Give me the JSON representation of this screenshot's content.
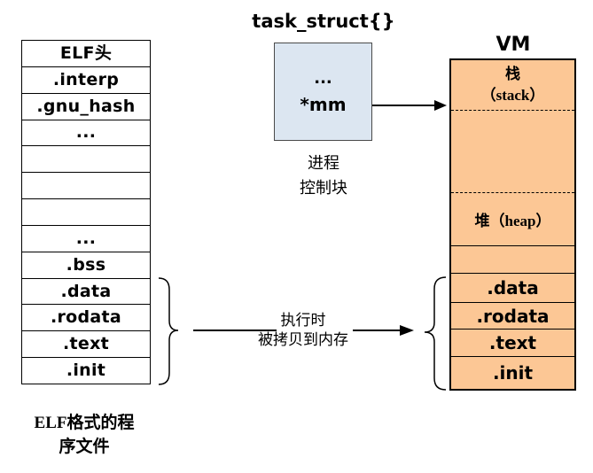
{
  "elf": {
    "rows": [
      "ELF头",
      ".interp",
      ".gnu_hash",
      "...",
      "",
      "",
      "",
      "...",
      ".bss",
      ".data",
      ".rodata",
      ".text",
      ".init"
    ],
    "caption_line1": "ELF格式的程",
    "caption_line2": "序文件"
  },
  "task_struct": {
    "title": "task_struct{}",
    "fields": {
      "dots": "...",
      "mm": "*mm"
    },
    "caption_line1": "进程",
    "caption_line2": "控制块"
  },
  "vm": {
    "title": "VM",
    "stack_label_line1": "栈",
    "stack_label_line2": "（stack）",
    "heap_label": "堆（heap）",
    "rows": [
      ".data",
      ".rodata",
      ".text",
      ".init"
    ]
  },
  "copy_arrow": {
    "label_line1": "执行时",
    "label_line2": "被拷贝到内存"
  },
  "colors": {
    "task_struct_fill": "#dce6f1",
    "vm_fill": "#fcc795",
    "line_color": "#000000"
  }
}
